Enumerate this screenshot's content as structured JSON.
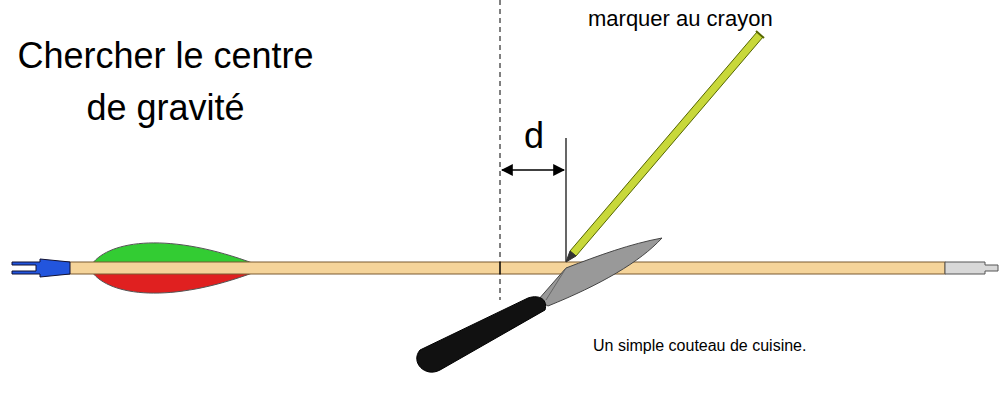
{
  "diagram": {
    "title": "Chercher le centre de gravité",
    "labels": [
      "marquer au crayon",
      "d",
      "Un simple couteau de cuisine."
    ]
  }
}
